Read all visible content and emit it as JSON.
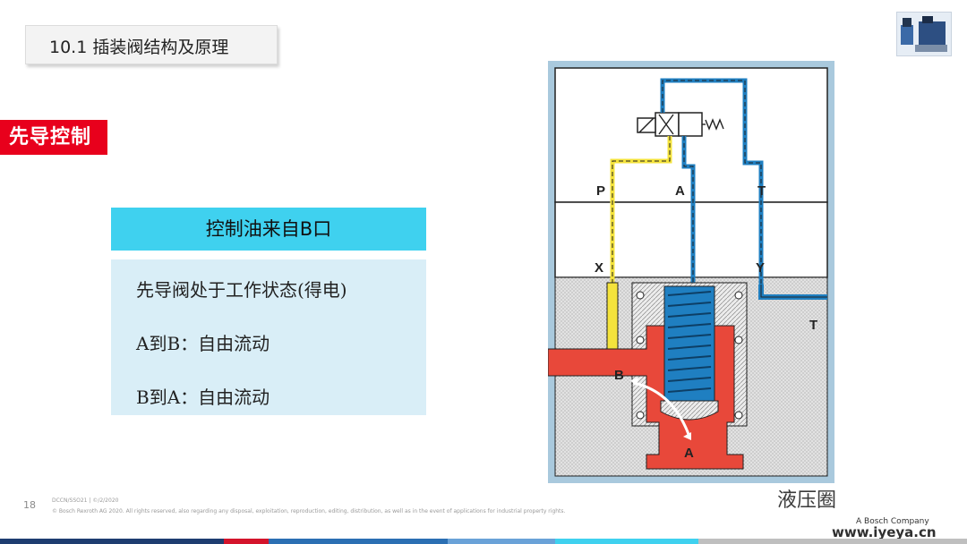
{
  "header": {
    "title": "10.1 插装阀结构及原理"
  },
  "badge": {
    "label": "先导控制"
  },
  "info": {
    "heading": "控制油来自B口",
    "lines": [
      "先导阀处于工作状态(得电)",
      "A到B：自由流动",
      "B到A：自由流动"
    ]
  },
  "diagram": {
    "port_labels": {
      "P": "P",
      "A": "A",
      "T": "T",
      "X": "X",
      "Y": "Y",
      "T2": "T",
      "B": "B",
      "A_main": "A"
    },
    "colors": {
      "pressure": "#e8483a",
      "pilot": "#f4e33c",
      "tank": "#1f7fc1",
      "housing": "#c8c8c8"
    }
  },
  "footer": {
    "page_number": "18",
    "line1": "DCCN/SSO21 | ©/2/2020",
    "line2": "© Bosch Rexroth AG 2020. All rights reserved, also regarding any disposal, exploitation, reproduction, editing, distribution, as well as in the event of applications for industrial property rights."
  },
  "watermark": {
    "brand": "液压圈",
    "sub": "A Bosch Company",
    "url": "www.iyeya.cn"
  }
}
